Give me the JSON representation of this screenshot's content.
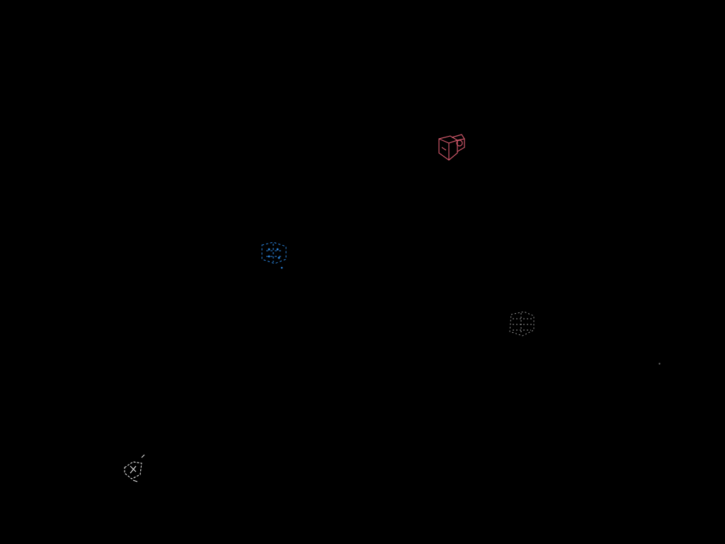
{
  "scene": {
    "background_color": "#000000",
    "objects": [
      {
        "id": "red-wireframe-cube",
        "icon": "wireframe-cube-icon",
        "color": "#d0586a"
      },
      {
        "id": "blue-wireframe-object",
        "icon": "wireframe-sparkle-icon",
        "color": "#2a7fd4"
      },
      {
        "id": "gray-wireframe-object",
        "icon": "wireframe-box-icon",
        "color": "#9a9a9a"
      },
      {
        "id": "white-wireframe-object",
        "icon": "wireframe-shard-icon",
        "color": "#e8e8e8"
      },
      {
        "id": "distant-speck",
        "icon": "dot-icon",
        "color": "#6a6a6a"
      }
    ]
  }
}
